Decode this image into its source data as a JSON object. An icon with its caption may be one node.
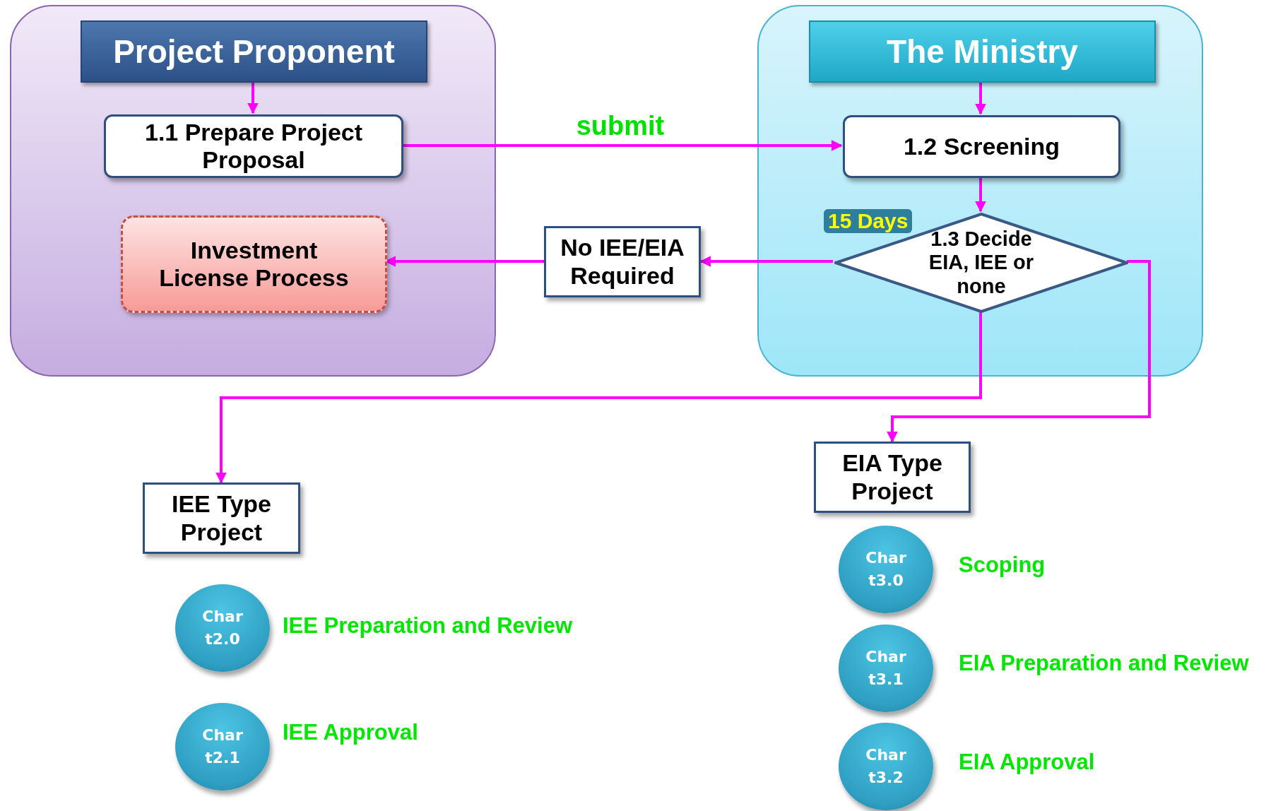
{
  "diagram": {
    "nodes": [
      {
        "text": [],
        "shape": "box"
      },
      {
        "text": [
          "Project Proponent"
        ],
        "in": 0
      },
      {
        "text": [
          "1.1 Prepare Project Proposal"
        ],
        "in": 0
      },
      {
        "text": [
          "Investment License Process"
        ],
        "in": 0
      },
      {
        "text": [],
        "shape": "box"
      },
      {
        "text": [
          "The Ministry"
        ],
        "in": 4
      },
      {
        "text": [
          "1.2 Screening"
        ],
        "in": 4
      },
      {
        "text": [
          "1.3 Decide EIA, IEE or none"
        ],
        "in": 4,
        "beside": [
          "15 Days"
        ]
      },
      {
        "text": [
          "No IEE/EIA Required"
        ]
      },
      {
        "text": [
          "IEE Type Project"
        ]
      },
      {
        "text": [
          "EIA Type Project"
        ]
      },
      {
        "text": [
          "Char t2.0"
        ],
        "beside": [
          "IEE Preparation and Review"
        ]
      },
      {
        "text": [
          "Char t2.1"
        ],
        "beside": [
          "IEE Approval"
        ]
      },
      {
        "text": [
          "Char t3.0"
        ],
        "beside": [
          "Scoping"
        ]
      },
      {
        "text": [
          "Char t3.1"
        ],
        "beside": [
          "EIA Preparation and Review"
        ]
      },
      {
        "text": [
          "Char t3.2"
        ],
        "beside": [
          "EIA Approval"
        ]
      }
    ],
    "edges": [
      {
        "from": 1,
        "to": 2,
        "arrow": "to"
      },
      {
        "from": 2,
        "to": 6,
        "arrow": "to",
        "label": "submit"
      },
      {
        "from": 5,
        "to": 6,
        "arrow": "to"
      },
      {
        "from": 6,
        "to": 7,
        "arrow": "to"
      },
      {
        "from": 7,
        "to": 8,
        "arrow": "to"
      },
      {
        "from": 8,
        "to": 3,
        "arrow": "to"
      },
      {
        "from": 7,
        "to": 9,
        "arrow": "to"
      },
      {
        "from": 7,
        "to": 10,
        "arrow": "to"
      }
    ]
  }
}
